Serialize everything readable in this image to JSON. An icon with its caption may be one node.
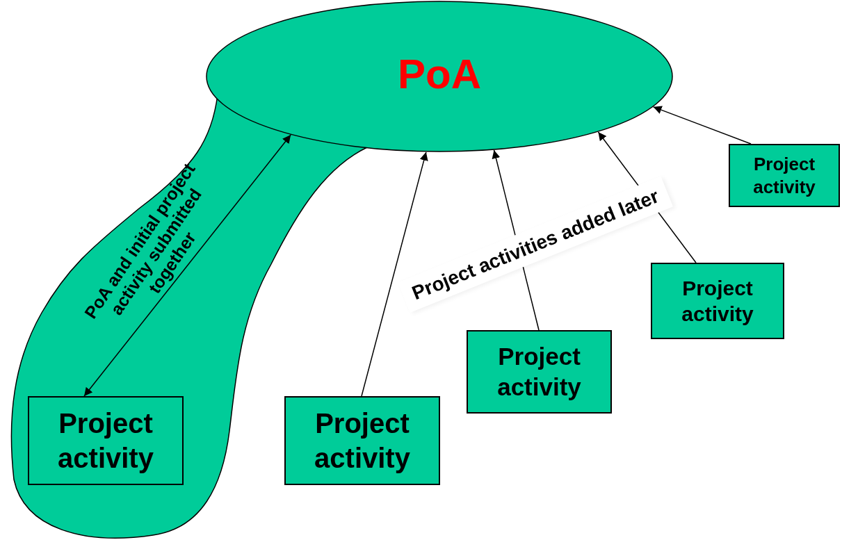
{
  "diagram": {
    "nodes": [
      {
        "text": [
          "PoA"
        ]
      },
      {
        "text": [],
        "shape": "blob"
      },
      {
        "text": [
          "Project activity"
        ],
        "in": 1
      },
      {
        "text": [
          "Project activity"
        ]
      },
      {
        "text": [
          "Project activity"
        ]
      },
      {
        "text": [
          "Project activity"
        ]
      },
      {
        "text": [
          "Project activity"
        ]
      }
    ],
    "edges": [
      {
        "from": 2,
        "to": 0,
        "arrow": "both",
        "label": "PoA and initial project activity submitted together"
      },
      {
        "from": 3,
        "to": 0,
        "arrow": "to"
      },
      {
        "from": 4,
        "to": 0,
        "arrow": "to"
      },
      {
        "from": 5,
        "to": 0,
        "arrow": "to"
      },
      {
        "from": 6,
        "to": 0,
        "arrow": "to"
      }
    ],
    "labels": [
      "Project activities added later"
    ]
  }
}
